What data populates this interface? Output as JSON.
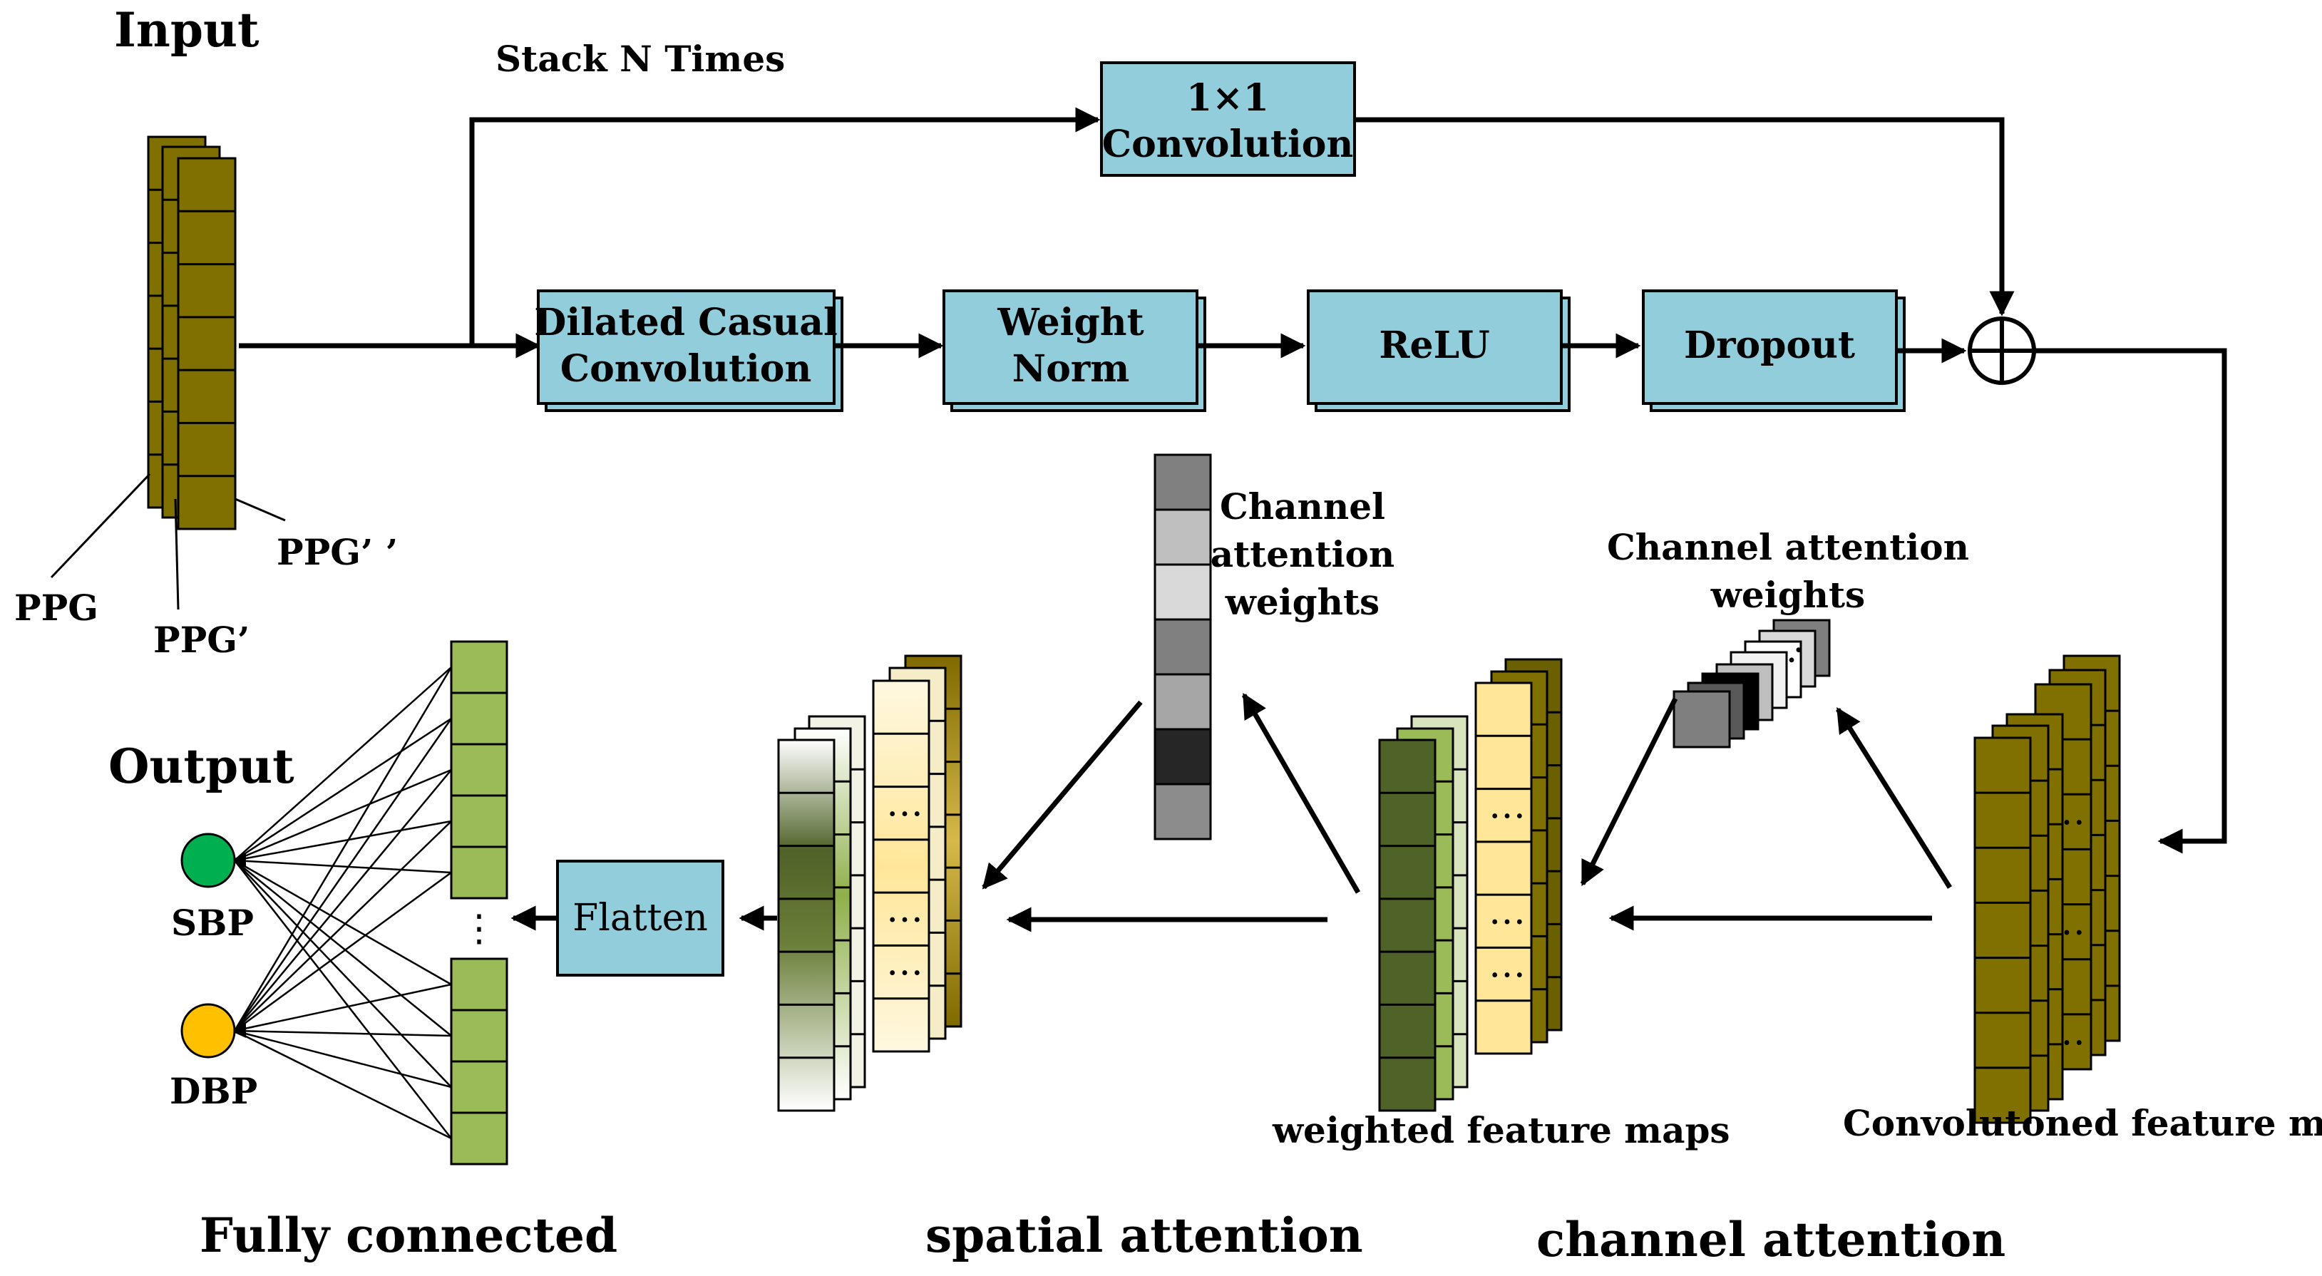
{
  "labels": {
    "input": "Input",
    "output": "Output",
    "stack": "Stack N Times",
    "ppg": "PPG",
    "ppg1": "PPG’",
    "ppg2": "PPG’ ’",
    "sbp": "SBP",
    "dbp": "DBP",
    "channel_weights_1": [
      "Channel",
      "attention",
      "weights"
    ],
    "channel_weights_2": [
      "Channel attention",
      "weights"
    ],
    "weighted_maps": "weighted feature maps",
    "conv_maps": "Convolutoned feature maps",
    "fully_connected": "Fully connected",
    "spatial_attention": "spatial attention",
    "channel_attention": "channel attention",
    "ellipsis": "…",
    "vdots": "⋮"
  },
  "blocks": {
    "conv1x1": [
      "1×1",
      "Convolution"
    ],
    "dilated": [
      "Dilated Casual",
      "Convolution"
    ],
    "weightnorm": [
      "Weight",
      "Norm"
    ],
    "relu": "ReLU",
    "dropout": "Dropout",
    "flatten": "Flatten"
  },
  "colors": {
    "block_fill": "#92CDDC",
    "olive": "#7F7000",
    "olive_dark": "#6B6000",
    "green_light": "#9BBB59",
    "green_dark": "#4F6228",
    "cream": "#FFE699",
    "sbp_node": "#00B050",
    "dbp_node": "#FFC000"
  },
  "attention_weights": [
    0.5,
    0.75,
    0.85,
    0.5,
    0.65,
    0.15,
    0.55
  ]
}
